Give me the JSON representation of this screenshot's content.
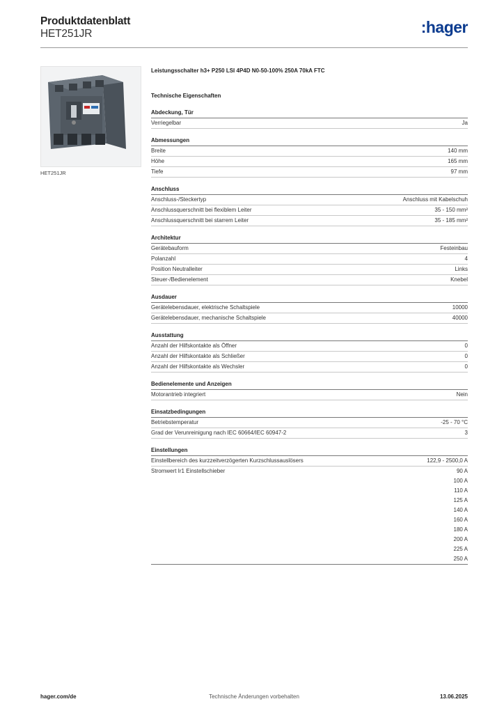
{
  "header": {
    "title": "Produktdatenblatt",
    "subtitle": "HET251JR",
    "logo": ":hager"
  },
  "image_caption": "HET251JR",
  "product_name": "Leistungsschalter h3+ P250 LSI 4P4D N0-50-100% 250A 70kA FTC",
  "tech_title": "Technische Eigenschaften",
  "sections": [
    {
      "title": "Abdeckung, Tür",
      "rows": [
        {
          "label": "Verriegelbar",
          "value": "Ja"
        }
      ]
    },
    {
      "title": "Abmessungen",
      "rows": [
        {
          "label": "Breite",
          "value": "140 mm"
        },
        {
          "label": "Höhe",
          "value": "165 mm"
        },
        {
          "label": "Tiefe",
          "value": "97 mm"
        }
      ]
    },
    {
      "title": "Anschluss",
      "rows": [
        {
          "label": "Anschluss-/Steckertyp",
          "value": "Anschluss mit Kabelschuh"
        },
        {
          "label": "Anschlussquerschnitt bei flexiblem Leiter",
          "value": "35 - 150 mm²"
        },
        {
          "label": "Anschlussquerschnitt bei starrem Leiter",
          "value": "35 - 185 mm²"
        }
      ]
    },
    {
      "title": "Architektur",
      "rows": [
        {
          "label": "Gerätebauform",
          "value": "Festeinbau"
        },
        {
          "label": "Polanzahl",
          "value": "4"
        },
        {
          "label": "Position Neutralleiter",
          "value": "Links"
        },
        {
          "label": "Steuer-/Bedienelement",
          "value": "Knebel"
        }
      ]
    },
    {
      "title": "Ausdauer",
      "rows": [
        {
          "label": "Gerätelebensdauer, elektrische Schaltspiele",
          "value": "10000"
        },
        {
          "label": "Gerätelebensdauer, mechanische Schaltspiele",
          "value": "40000"
        }
      ]
    },
    {
      "title": "Ausstattung",
      "rows": [
        {
          "label": "Anzahl der Hilfskontakte als Öffner",
          "value": "0"
        },
        {
          "label": "Anzahl der Hilfskontakte als Schließer",
          "value": "0"
        },
        {
          "label": "Anzahl der Hilfskontakte als Wechsler",
          "value": "0"
        }
      ]
    },
    {
      "title": "Bedienelemente und Anzeigen",
      "rows": [
        {
          "label": "Motorantrieb integriert",
          "value": "Nein"
        }
      ]
    },
    {
      "title": "Einsatzbedingungen",
      "rows": [
        {
          "label": "Betriebstemperatur",
          "value": "-25 - 70 °C"
        },
        {
          "label": "Grad der Verunreinigung nach IEC 60664/IEC 60947-2",
          "value": "3"
        }
      ]
    },
    {
      "title": "Einstellungen",
      "rows": [
        {
          "label": "Einstellbereich des kurzzeitverzögerten Kurzschlussauslösers",
          "value": "122,9 - 2500,0 A"
        },
        {
          "label": "Stromwert Ir1 Einstellschieber",
          "value": "90 A\n100 A\n110 A\n125 A\n140 A\n160 A\n180 A\n200 A\n225 A\n250 A"
        }
      ]
    }
  ],
  "footer": {
    "website": "hager.com/de",
    "note": "Technische Änderungen vorbehalten",
    "date": "13.06.2025"
  }
}
